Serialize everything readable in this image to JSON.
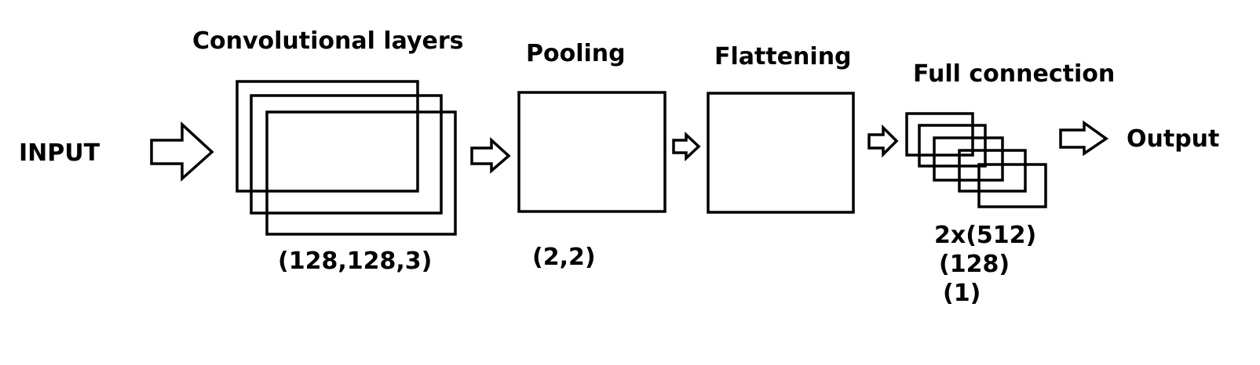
{
  "diagram": {
    "input_label": "INPUT",
    "conv": {
      "title": "Convolutional layers",
      "shape": "(128,128,3)"
    },
    "pooling": {
      "title": "Pooling",
      "size": "(2,2)"
    },
    "flattening": {
      "title": "Flattening"
    },
    "full_connection": {
      "title": "Full connection",
      "layers": [
        "2x(512)",
        "(128)",
        "(1)"
      ]
    },
    "output_label": "Output",
    "stroke_color": "#000000",
    "background_color": "#ffffff"
  }
}
